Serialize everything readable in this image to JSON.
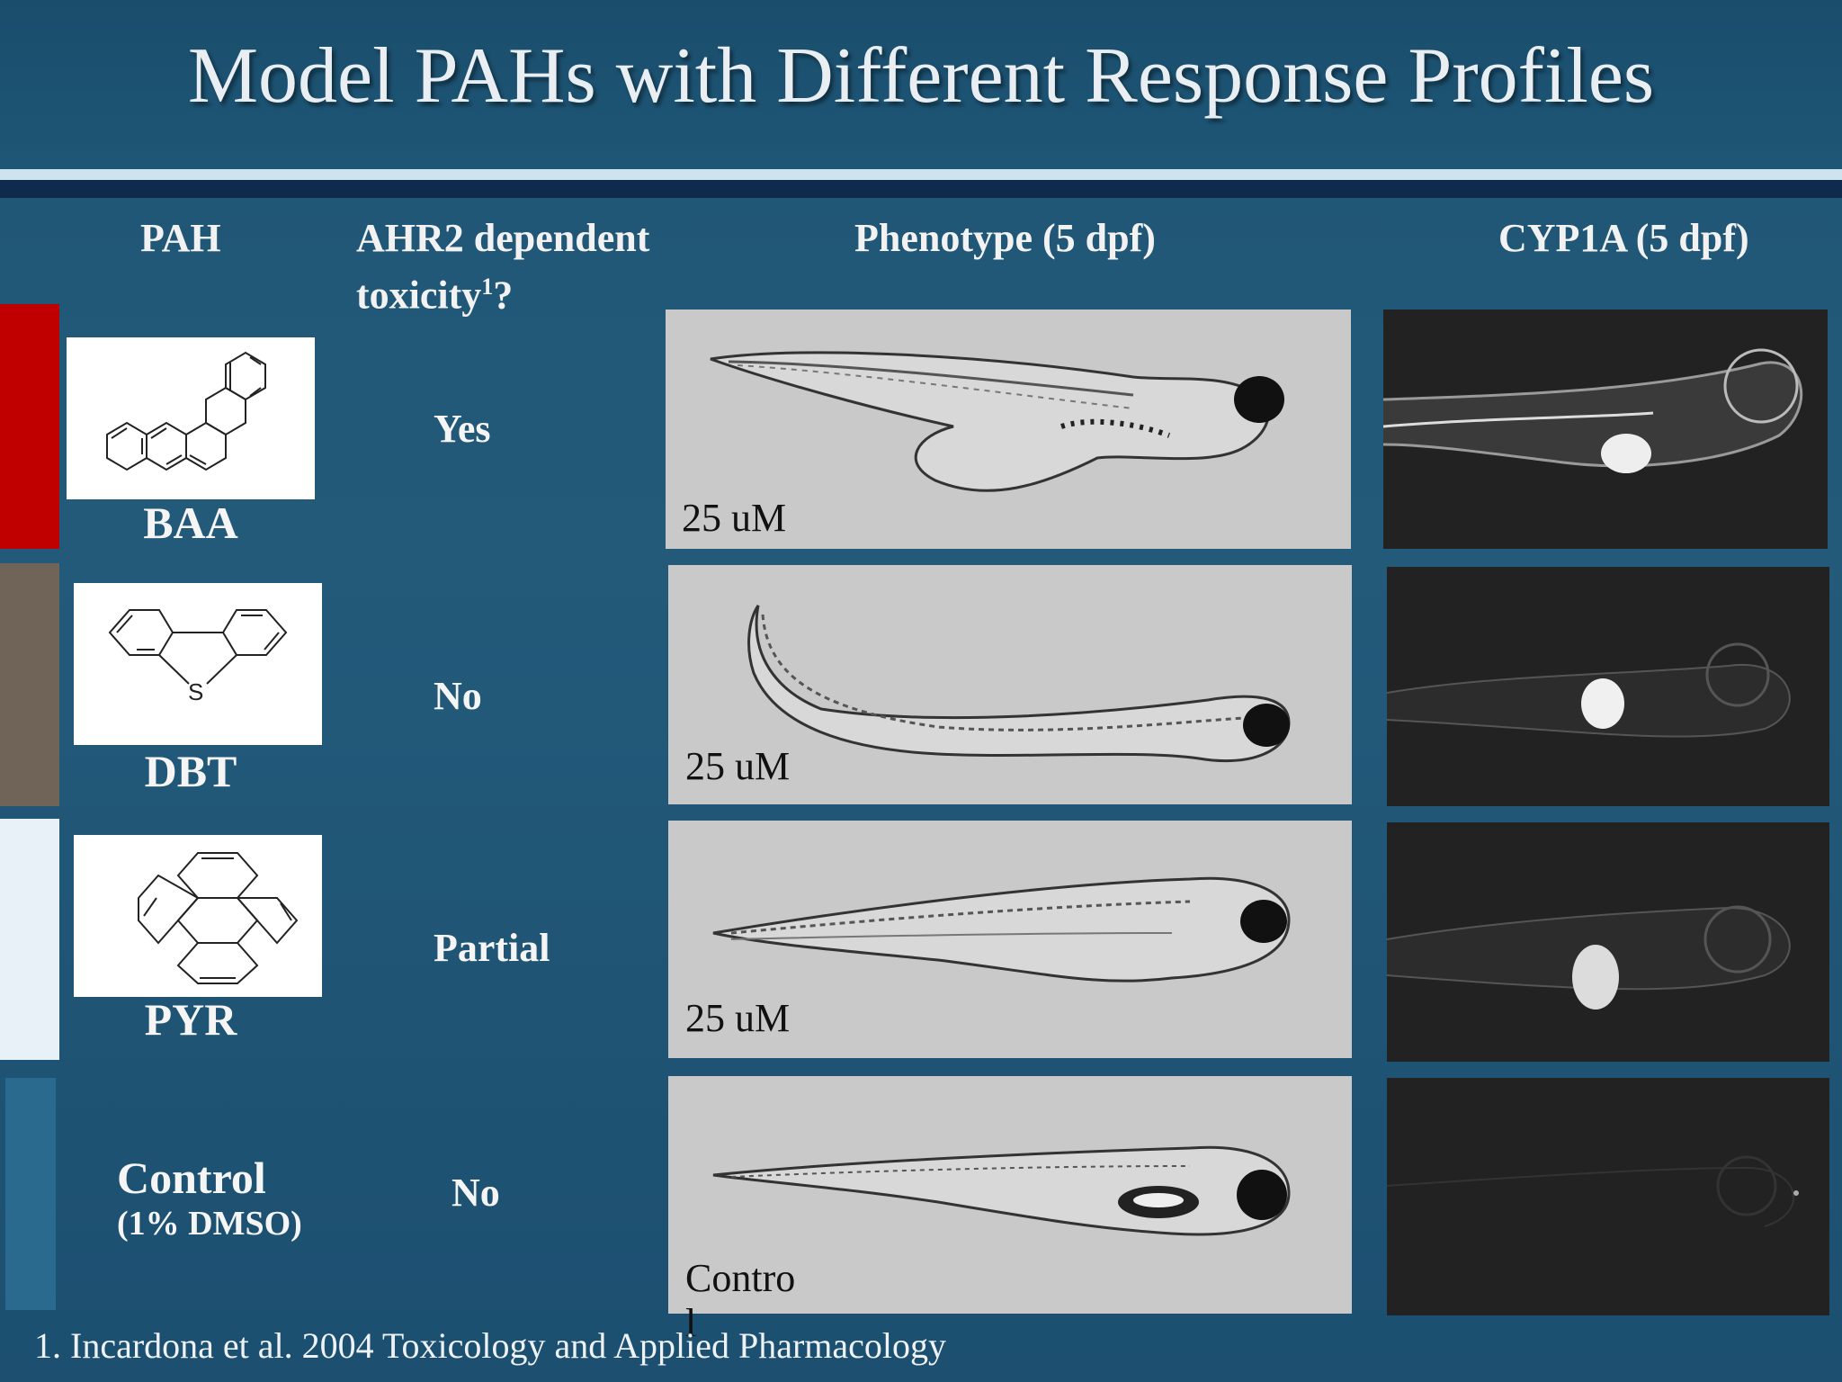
{
  "slide": {
    "title": "Model PAHs with Different Response Profiles",
    "footnote": "1. Incardona et al. 2004 Toxicology and Applied Pharmacology"
  },
  "headers": {
    "pah": "PAH",
    "ahr2_line1": "AHR2 dependent",
    "ahr2_line2": "toxicity",
    "ahr2_sup": "1",
    "ahr2_q": "?",
    "phenotype": "Phenotype (5 dpf)",
    "cyp1a": "CYP1A (5 dpf)"
  },
  "rows": [
    {
      "label": "BAA",
      "toxicity": "Yes",
      "concentration": "25 uM",
      "marker_color": "#c00000"
    },
    {
      "label": "DBT",
      "toxicity": "No",
      "concentration": "25 uM",
      "marker_color": "#6f6457"
    },
    {
      "label": "PYR",
      "toxicity": "Partial",
      "concentration": "25 uM",
      "marker_color": "#e8f0f8"
    },
    {
      "label": "Control",
      "sublabel": "(1% DMSO)",
      "toxicity": "No",
      "concentration_line1": "Contro",
      "concentration_line2": "l",
      "marker_color": "#2a6a8f"
    }
  ],
  "structures": {
    "dbt_atom": "S"
  },
  "colors": {
    "background": "#1f5474",
    "title_text": "#e8eef2",
    "rule_light": "#cfe3ef",
    "rule_dark": "#0e2a4d"
  }
}
